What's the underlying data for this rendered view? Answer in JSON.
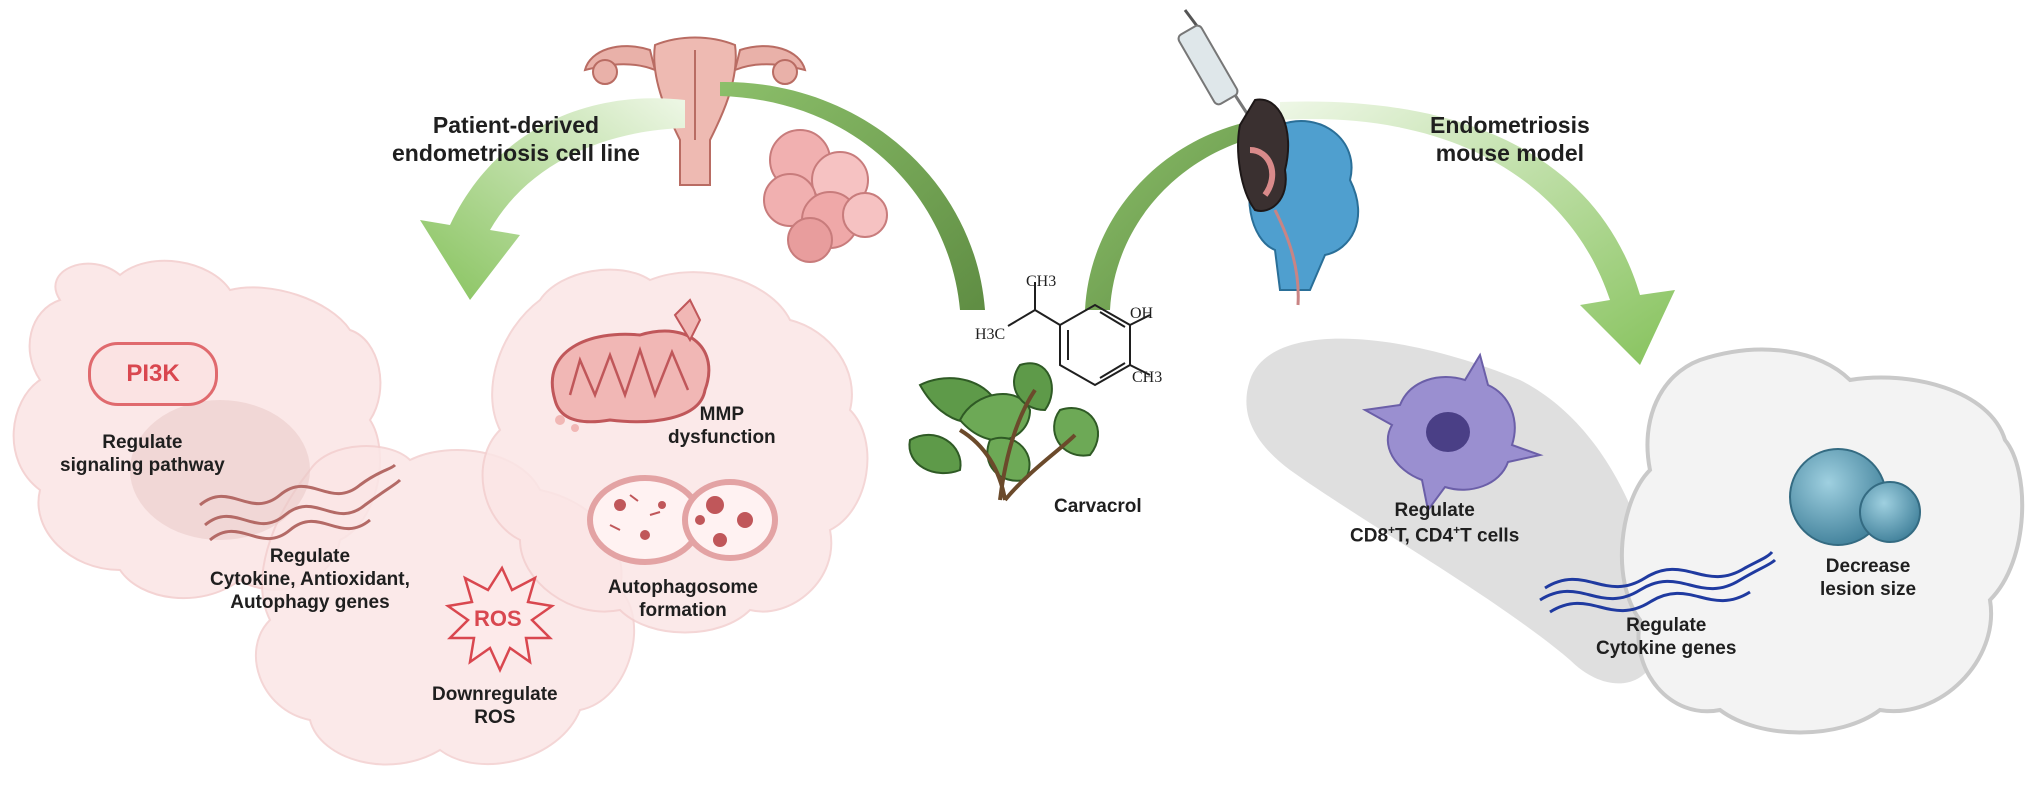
{
  "left_panel": {
    "title_line1": "Patient-derived",
    "title_line2": "endometriosis cell line",
    "pi3k_badge": "PI3K",
    "signaling_line1": "Regulate",
    "signaling_line2": "signaling pathway",
    "genes_line1": "Regulate",
    "genes_line2": "Cytokine, Antioxidant,",
    "genes_line3": "Autophagy genes",
    "ros_badge": "ROS",
    "ros_line1": "Downregulate",
    "ros_line2": "ROS",
    "mmp_line1": "MMP",
    "mmp_line2": "dysfunction",
    "autophago_line1": "Autophagosome",
    "autophago_line2": "formation"
  },
  "center": {
    "compound_label": "Carvacrol",
    "ch3_top": "CH3",
    "oh": "OH",
    "h3c": "H3C",
    "ch3_bottom": "CH3"
  },
  "right_panel": {
    "title_line1": "Endometriosis",
    "title_line2": "mouse model",
    "tcell_line1": "Regulate",
    "tcell_pre": "CD8",
    "tcell_sup1": "+",
    "tcell_mid": "T, CD4",
    "tcell_sup2": "+",
    "tcell_post": "T cells",
    "cytokine_line1": "Regulate",
    "cytokine_line2": "Cytokine genes",
    "lesion_line1": "Decrease",
    "lesion_line2": "lesion size"
  },
  "colors": {
    "arrow_green": "#8fc56a",
    "arrow_dark_green": "#6f9f4f",
    "cell_pink": "#fbe6e6",
    "badge_red": "#d9474f",
    "dna_blue": "#1f3aa0",
    "tissue_grey": "#d8d8d8",
    "lesion_teal": "#4d93ad",
    "dendritic_purple": "#8d80c4"
  }
}
